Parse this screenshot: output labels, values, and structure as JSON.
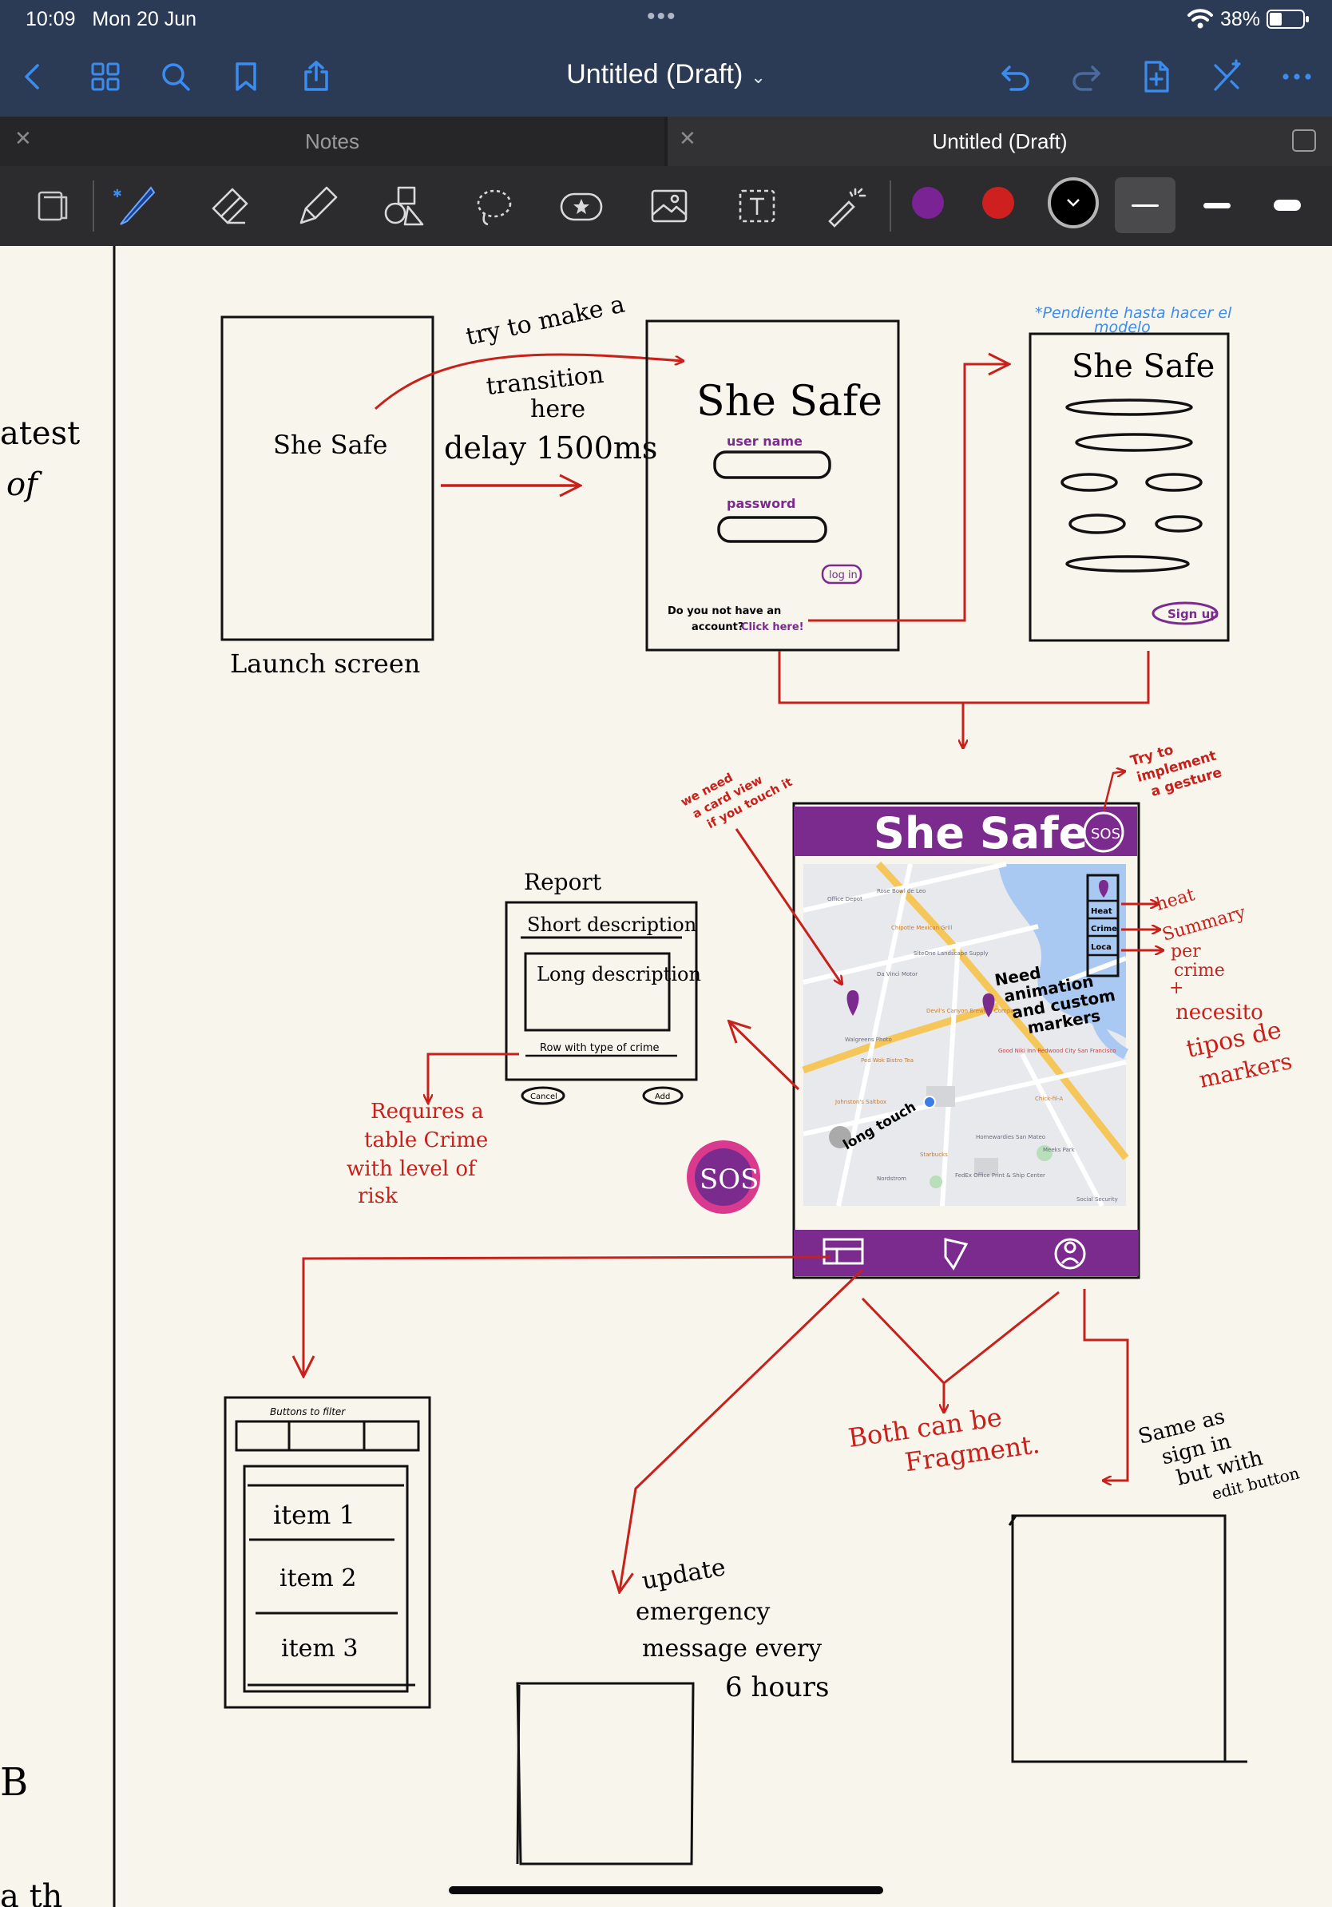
{
  "status": {
    "time": "10:09",
    "date": "Mon 20 Jun",
    "battery": "38%",
    "battery_level": 0.38
  },
  "nav": {
    "title": "Untitled (Draft)"
  },
  "tabs": [
    {
      "label": "Notes",
      "active": false
    },
    {
      "label": "Untitled (Draft)",
      "active": true
    }
  ],
  "colors": {
    "chrome": "#2c3b55",
    "toolbar": "#2c2c2e",
    "accent_blue": "#3b8cf0",
    "ink_red": "#c8201b",
    "ink_purple": "#7b2a8e",
    "paper": "#f7f5ec"
  },
  "toolbar": {
    "tools": [
      "page-thumbnail-icon",
      "pen-icon",
      "eraser-icon",
      "highlighter-icon",
      "shapes-icon",
      "lasso-icon",
      "sticker-icon",
      "image-icon",
      "text-icon",
      "laser-pointer-icon"
    ],
    "swatches": [
      "#7a2394",
      "#cf2020",
      "#000000"
    ],
    "stroke_sizes": [
      "thin",
      "medium",
      "thick"
    ],
    "selected_stroke": "thin"
  },
  "sketch": {
    "left_margin": {
      "line1": "atest",
      "line2": "of",
      "line3": "B",
      "line4": "a th"
    },
    "launch": {
      "app_name": "She Safe",
      "caption": "Launch screen"
    },
    "transition_note": {
      "line1": "try to make a",
      "line2": "transition",
      "line3": "here",
      "delay": "delay 1500ms"
    },
    "login": {
      "app_name": "She Safe",
      "username_label": "user name",
      "password_label": "password",
      "login_button": "log in",
      "account_q1": "Do you not have an",
      "account_q2": "account?",
      "click_here": "Click here!"
    },
    "signup": {
      "note_line1": "*Pendiente hasta hacer el",
      "note_line2": "modelo",
      "app_name": "She Safe",
      "signup_button": "Sign up"
    },
    "main_screen": {
      "app_name": "She Safe",
      "sos": "SOS",
      "layer_chips": [
        "Heat",
        "Crime",
        "Loca"
      ],
      "map_labels": [
        "Office Depot",
        "Rose Bowl de Leo",
        "Chipotle Mexican Grill",
        "SiteOne Landscape Supply",
        "Da Vinci Motor",
        "Devil's Canyon Brewing Company",
        "Walgreens Photo",
        "Ped Wok Bistro Tea",
        "Good Niki Inn Redwood City San Francisco",
        "Chick-fil-A",
        "Johnston's Saltbox",
        "Homewardies San Mateo",
        "Meeks Park",
        "FedEx Office Print & Ship Center",
        "Starbucks",
        "Nordstrom",
        "Social Security"
      ],
      "long_touch": "long touch",
      "need_note": {
        "line1": "Need",
        "line2": "animation",
        "line3": "and custom",
        "line4": "markers"
      }
    },
    "gesture_note": {
      "line1": "Try to",
      "line2": "implement",
      "line3": "a gesture"
    },
    "card_view_note": {
      "line1": "we need",
      "line2": "a card view",
      "line3": "if you touch it"
    },
    "right_notes": {
      "n1": "heat",
      "n2": "Summary",
      "n3": "per",
      "n4": "crime",
      "n5": "+",
      "n6": "necesito",
      "n7": "tipos de",
      "n8": "markers"
    },
    "report": {
      "heading": "Report",
      "short": "Short description",
      "long": "Long description",
      "row": "Row with type of crime",
      "cancel": "Cancel",
      "add": "Add"
    },
    "requires_note": {
      "line1": "Requires a",
      "line2": "table Crime",
      "line3": "with level of",
      "line4": "risk"
    },
    "floating_sos": "SOS",
    "list_screen": {
      "header": "Buttons to filter",
      "items": [
        "item 1",
        "item 2",
        "item 3"
      ]
    },
    "fragments_note": {
      "line1": "Both can be",
      "line2": "Fragment."
    },
    "same_note": {
      "line1": "Same as",
      "line2": "sign in",
      "line3": "but with",
      "line4": "edit button"
    },
    "emergency_note": {
      "line1": "update",
      "line2": "emergency",
      "line3": "message every",
      "line4": "6 hours"
    }
  }
}
